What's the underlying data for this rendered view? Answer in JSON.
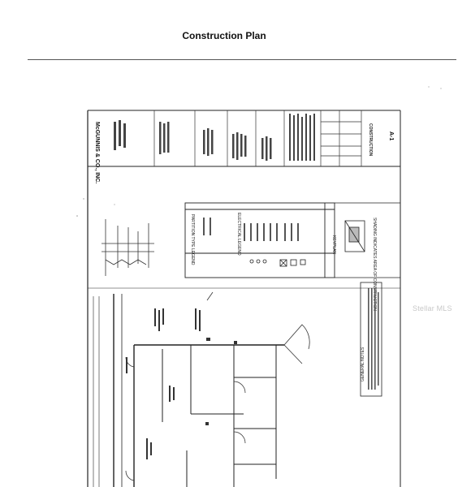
{
  "document": {
    "title": "Construction Plan",
    "watermark": "Stellar MLS"
  },
  "drawing": {
    "firm_name": "McGUNNIS & CO., INC.",
    "sheet_number": "A-1",
    "sheet_title": "CONSTRUCTION",
    "legend_partition": "PARTITION TYPE LEGEND",
    "legend_electrical": "ELECTRICAL LEGEND",
    "keyplan_label": "KEYPLAN",
    "shading_note": "SHADING INDICATES AREA OF CONSTRUCTION",
    "general_notes_heading": "GENERAL NOTES"
  }
}
